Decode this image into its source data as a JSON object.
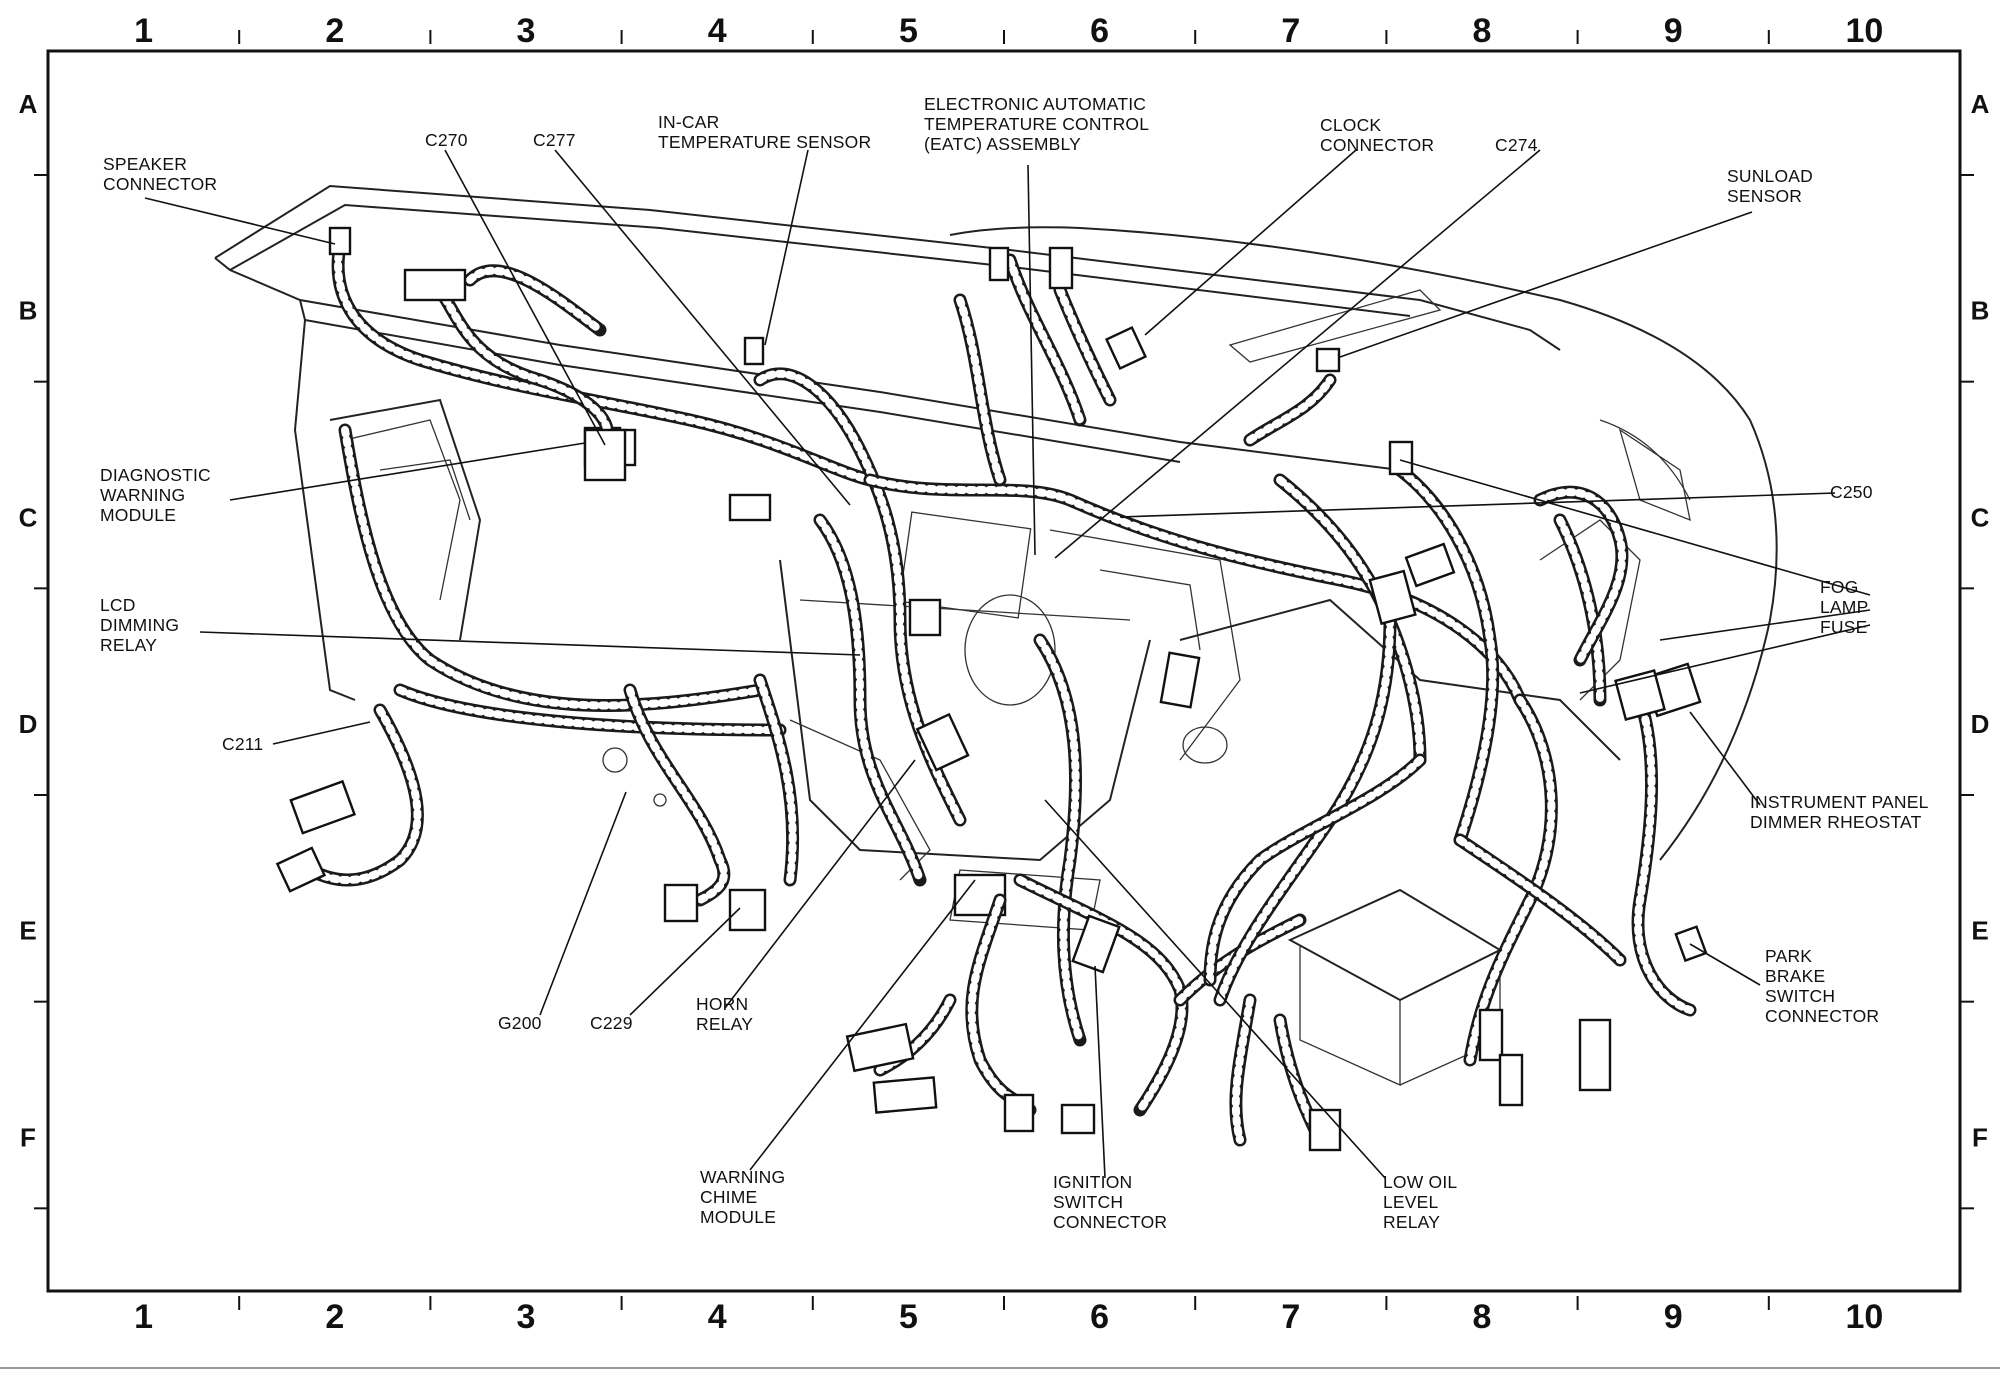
{
  "grid": {
    "columns": [
      "1",
      "2",
      "3",
      "4",
      "5",
      "6",
      "7",
      "8",
      "9",
      "10"
    ],
    "rows": [
      "A",
      "B",
      "C",
      "D",
      "E",
      "F"
    ]
  },
  "labels": {
    "speaker_connector": [
      "SPEAKER",
      "CONNECTOR"
    ],
    "c270": [
      "C270"
    ],
    "c277": [
      "C277"
    ],
    "in_car_temp_sensor": [
      "IN-CAR",
      "TEMPERATURE SENSOR"
    ],
    "eatc_assembly": [
      "ELECTRONIC AUTOMATIC",
      "TEMPERATURE CONTROL",
      "(EATC) ASSEMBLY"
    ],
    "clock_connector": [
      "CLOCK",
      "CONNECTOR"
    ],
    "c274": [
      "C274"
    ],
    "sunload_sensor": [
      "SUNLOAD",
      "SENSOR"
    ],
    "diagnostic_warning_module": [
      "DIAGNOSTIC",
      "WARNING",
      "MODULE"
    ],
    "c250": [
      "C250"
    ],
    "fog_lamp_fuse": [
      "FOG",
      "LAMP",
      "FUSE"
    ],
    "lcd_dimming_relay": [
      "LCD",
      "DIMMING",
      "RELAY"
    ],
    "c211": [
      "C211"
    ],
    "instrument_panel_dimmer_rheostat": [
      "INSTRUMENT PANEL",
      "DIMMER RHEOSTAT"
    ],
    "park_brake_switch_connector": [
      "PARK",
      "BRAKE",
      "SWITCH",
      "CONNECTOR"
    ],
    "g200": [
      "G200"
    ],
    "c229": [
      "C229"
    ],
    "horn_relay": [
      "HORN",
      "RELAY"
    ],
    "warning_chime_module": [
      "WARNING",
      "CHIME",
      "MODULE"
    ],
    "ignition_switch_connector": [
      "IGNITION",
      "SWITCH",
      "CONNECTOR"
    ],
    "low_oil_level_relay": [
      "LOW OIL",
      "LEVEL",
      "RELAY"
    ]
  }
}
